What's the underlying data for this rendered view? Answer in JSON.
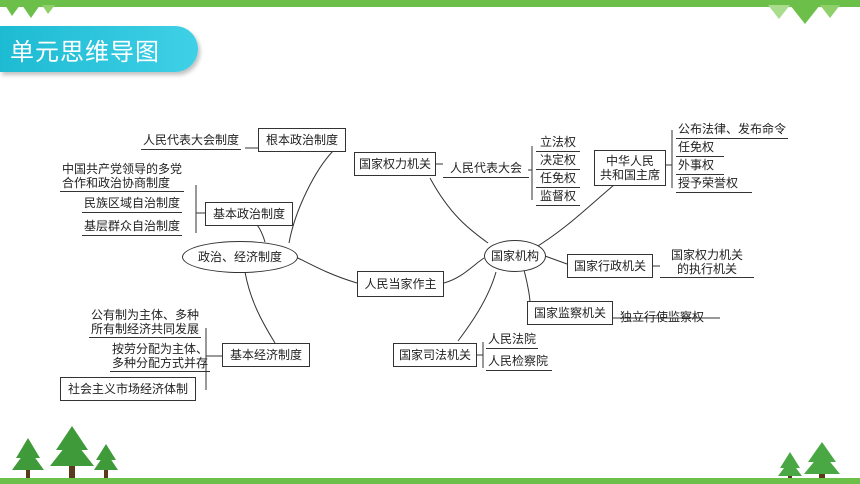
{
  "title": "单元思维导图",
  "center": "人民当家作主",
  "politics_economy": "政治、经济制度",
  "fundamental_political": {
    "label": "根本政治制度",
    "items": [
      "人民代表大会制度"
    ]
  },
  "basic_political": {
    "label": "基本政治制度",
    "items": [
      [
        "中国共产党领导的多党",
        "合作和政治协商制度"
      ],
      "民族区域自治制度",
      "基层群众自治制度"
    ]
  },
  "basic_economic": {
    "label": "基本经济制度",
    "items": [
      [
        "公有制为主体、多种",
        "所有制经济共同发展"
      ],
      [
        "按劳分配为主体、",
        "多种分配方式并存"
      ],
      "社会主义市场经济体制"
    ]
  },
  "state_organs": "国家机构",
  "power_organ": {
    "label": "国家权力机关",
    "npc": "人民代表大会",
    "powers": [
      "立法权",
      "决定权",
      "任免权",
      "监督权"
    ]
  },
  "president": {
    "label": [
      "中华人民",
      "共和国主席"
    ],
    "powers": [
      "公布法律、发布命令",
      "任免权",
      "外事权",
      "授予荣誉权"
    ]
  },
  "admin_organ": {
    "label": "国家行政机关",
    "note": [
      "国家权力机关",
      "的执行机关"
    ]
  },
  "supervisory_organ": {
    "label": "国家监察机关",
    "note": "独立行使监察权"
  },
  "judicial_organ": {
    "label": "国家司法机关",
    "items": [
      "人民法院",
      "人民检察院"
    ]
  }
}
